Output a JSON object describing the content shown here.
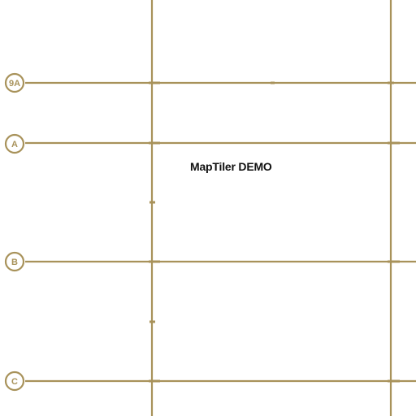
{
  "map": {
    "watermark": "MapTiler DEMO",
    "line_color": "#a8925a",
    "bubble_fill": "#ffffff",
    "grid_lines": {
      "horizontal": [
        "9A",
        "A",
        "B",
        "C"
      ],
      "vertical_count": 2
    },
    "bubbles": [
      {
        "label": "9A"
      },
      {
        "label": "A"
      },
      {
        "label": "B"
      },
      {
        "label": "C"
      }
    ]
  }
}
